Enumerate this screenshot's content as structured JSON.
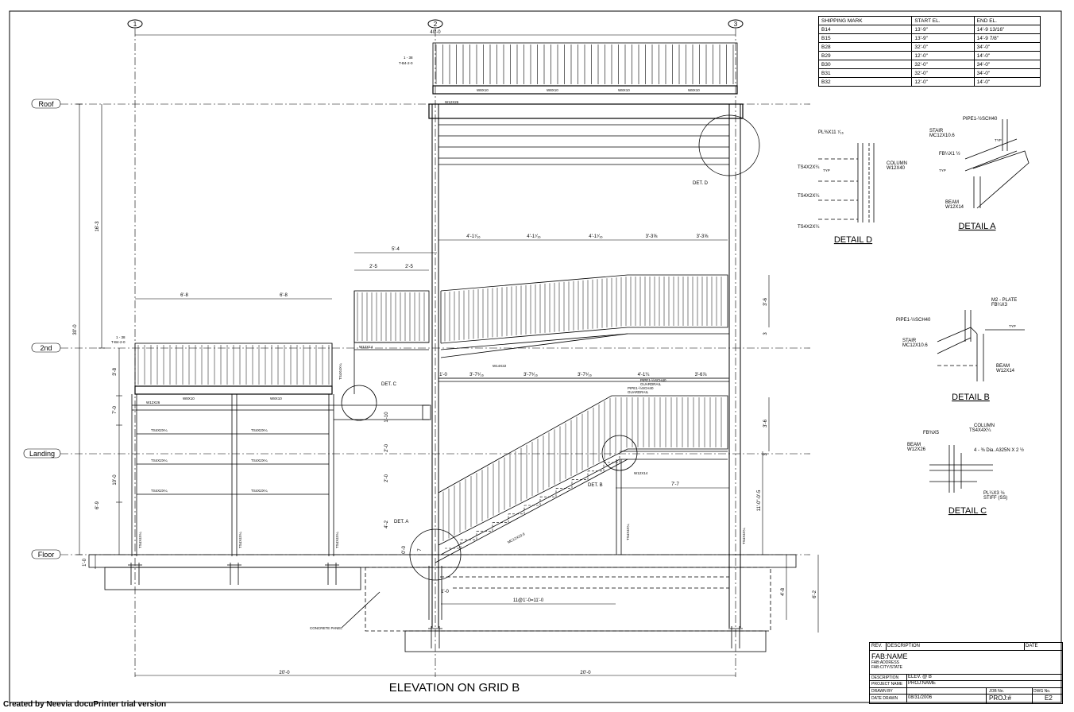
{
  "grids": [
    "1",
    "2",
    "3"
  ],
  "levels": [
    "Roof",
    "2nd",
    "Landing",
    "Floor"
  ],
  "title": "ELEVATION ON GRID B",
  "details": {
    "d": {
      "title": "DETAIL D",
      "labels": [
        "PL⅜X11 ⁷⁄₁₆",
        "TS4X2X¼",
        "TS4X2X¼",
        "TS4X2X¼",
        "COLUMN",
        "W12X40",
        "TYP"
      ]
    },
    "a": {
      "title": "DETAIL A",
      "labels": [
        "PIPE1-½SCH40",
        "STAIR",
        "MC12X10.6",
        "FB¼X1 ½",
        "BEAM",
        "W12X14",
        "TYP",
        "TYP"
      ]
    },
    "b": {
      "title": "DETAIL B",
      "labels": [
        "M2 - PLATE",
        "FB¼X3",
        "PIPE1-½SCH40",
        "STAIR",
        "MC12X10.6",
        "BEAM",
        "W12X14",
        "TYP"
      ]
    },
    "c": {
      "title": "DETAIL C",
      "labels": [
        "COLUMN",
        "TS4X4X¼",
        "FB⅜X5",
        "BEAM",
        "W12X26",
        "4 - ⅜ Dia. A325N X 2 ½",
        "PL¼X3 ⅛",
        "STIFF (SS)"
      ]
    }
  },
  "det_callouts": [
    "DET. D",
    "DET. C",
    "DET. B",
    "DET. A"
  ],
  "dims": {
    "top": "40'-0",
    "left_railing": [
      "6'-8",
      "6'-8"
    ],
    "upper": [
      "2'-5",
      "2'-5",
      "5'-4"
    ],
    "upper_stair": [
      "4'-1⁷⁄₁₆",
      "4'-1⁷⁄₁₆",
      "4'-1⁷⁄₁₆",
      "3'-3⅝",
      "3'-3⅝"
    ],
    "lower_stair": [
      "1'-0",
      "3'-7⁹⁄₁₆",
      "3'-7⁹⁄₁₆",
      "3'-7⁹⁄₁₆",
      "4'-1¼",
      "3'-6⅞"
    ],
    "left_vertical": [
      "16'-3",
      "30'-0",
      "3'-8",
      "7'-0",
      "10'-0",
      "6'-9",
      "1'-0"
    ],
    "mid_vertical": [
      "1'-10",
      "2'-0",
      "2'-0",
      "4'-2",
      "0'-0",
      "7"
    ],
    "right_vertical": [
      "3'-6",
      "3",
      "3'-6",
      "3",
      "11'-0\"-0'-5",
      "4'-8",
      "6'-2"
    ],
    "bottom": [
      "20'-0",
      "20'-0"
    ],
    "steps": "11@1'-0=11'-0",
    "bottom_small": [
      "1'-0",
      "7'-7"
    ]
  },
  "member_labels": [
    "W8X10",
    "W8X10",
    "W8X10",
    "W8X10",
    "W12X26",
    "W8X10",
    "W8X10",
    "W12X26",
    "TS4X2X¼",
    "TS4X2X¼",
    "TS4X2X¼",
    "TS4X2X¼",
    "TS4X2X¼",
    "TS4X2X¼",
    "W14X22",
    "W12X14",
    "W12X14",
    "MC12X10.6",
    "TS4X4X¼",
    "TS4X4X¼",
    "TS4X4X¼",
    "TS4X4X¼",
    "TS4X4X¼",
    "TS4X4X¼"
  ],
  "misc_labels": [
    "1 - 38",
    "T-B4-2-0",
    "1 - 38",
    "T-B4-2-0",
    "PIPE1-½SCH40",
    "GUARDRAIL",
    "PIPE1-½SCH40",
    "GUARDRAIL",
    "CONCRETE PANEL"
  ],
  "schedule": {
    "headers": [
      "SHIPPING MARK",
      "START EL.",
      "END EL."
    ],
    "rows": [
      [
        "B14",
        "13'-9\"",
        "14'-9 13/16\""
      ],
      [
        "B15",
        "13'-9\"",
        "14'-9 7/8\""
      ],
      [
        "B28",
        "32'-0\"",
        "34'-0\""
      ],
      [
        "B29",
        "12'-0\"",
        "14'-0\""
      ],
      [
        "B30",
        "32'-0\"",
        "34'-0\""
      ],
      [
        "B31",
        "32'-0\"",
        "34'-0\""
      ],
      [
        "B32",
        "12'-0\"",
        "14'-0\""
      ]
    ]
  },
  "title_block": {
    "rev": "REV.",
    "description": "DESCRIPTION",
    "date": "DATE",
    "fab_name": "FAB:NAME",
    "fab_address": "FAB:ADDRESS",
    "fab_city": "FAB:CITY/STATE",
    "desc_label": "DESCRIPTION",
    "desc_value": "ELEV. @ B",
    "project_label": "PROJECT NAME",
    "project_value": "PROJ:NAME",
    "drawn_label": "DRAWN BY",
    "date_drawn_label": "DATE DRAWN",
    "date_drawn_value": "08/31/2006",
    "job_label": "JOB No.",
    "job_value": "PROJ:#",
    "dwg_label": "DWG No.",
    "dwg_value": "E2"
  },
  "footer": "Created by Neevia docuPrinter trial version"
}
